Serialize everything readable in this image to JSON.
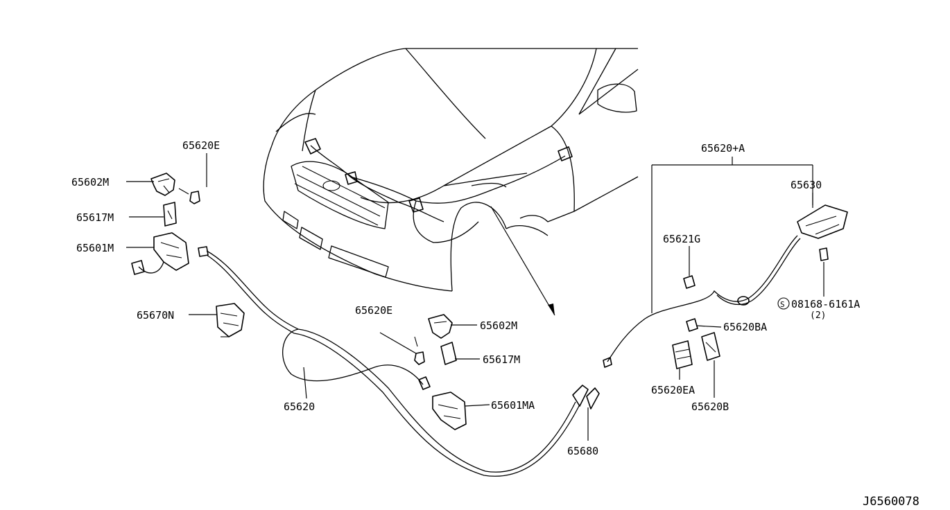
{
  "labels": {
    "p65620E_top": "65620E",
    "p65602M_left": "65602M",
    "p65617M_left": "65617M",
    "p65601M": "65601M",
    "p65670N": "65670N",
    "p65620": "65620",
    "p65620E_mid": "65620E",
    "p65602M_mid": "65602M",
    "p65617M_mid": "65617M",
    "p65601MA": "65601MA",
    "p65680": "65680",
    "p65620A": "65620+A",
    "p65630": "65630",
    "p65621G": "65621G",
    "p08168": "08168-6161A",
    "p08168_qty": "(2)",
    "p08168_prefix": "S",
    "p65620BA": "65620BA",
    "p65620EA": "65620EA",
    "p65620B": "65620B",
    "drawing_id": "J6560078"
  }
}
